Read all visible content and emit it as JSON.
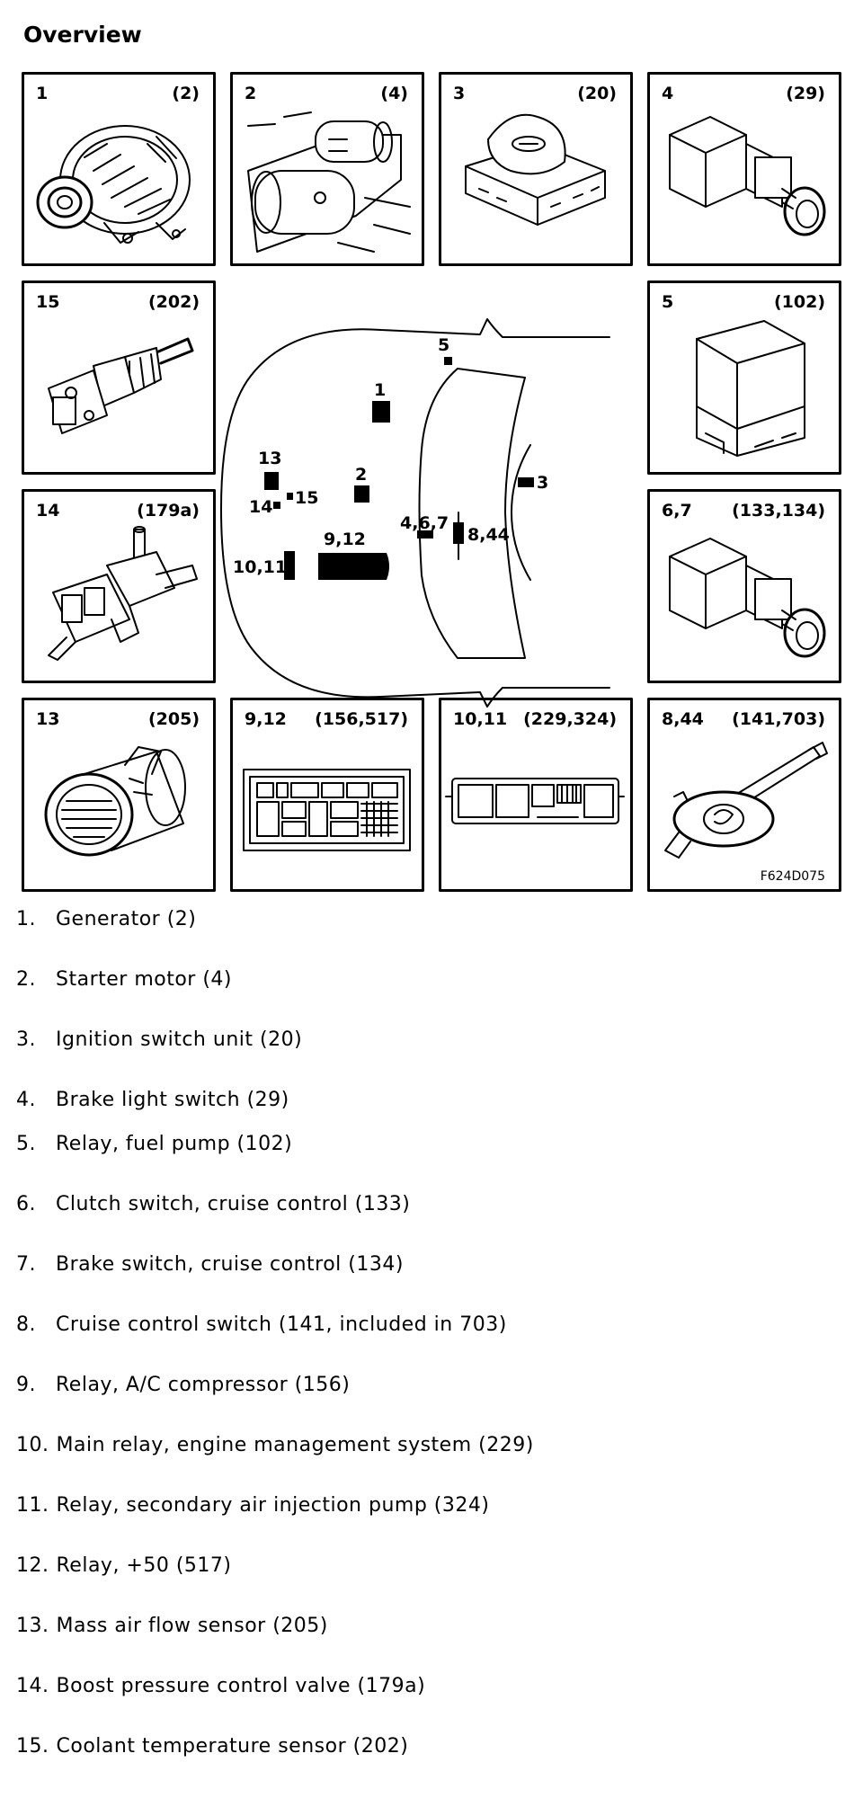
{
  "page": {
    "heading": "Overview",
    "figure_id": "F624D075"
  },
  "panels": [
    {
      "label": "1",
      "code": "(2)"
    },
    {
      "label": "2",
      "code": "(4)"
    },
    {
      "label": "3",
      "code": "(20)"
    },
    {
      "label": "4",
      "code": "(29)"
    },
    {
      "label": "15",
      "code": "(202)"
    },
    {
      "label": "5",
      "code": "(102)"
    },
    {
      "label": "14",
      "code": "(179a)"
    },
    {
      "label": "6,7",
      "code": "(133,134)"
    },
    {
      "label": "13",
      "code": "(205)"
    },
    {
      "label": "9,12",
      "code": "(156,517)"
    },
    {
      "label": "10,11",
      "code": "(229,324)"
    },
    {
      "label": "8,44",
      "code": "(141,703)"
    }
  ],
  "car_labels": [
    "5",
    "1",
    "13",
    "2",
    "15",
    "14",
    "3",
    "4,6,7",
    "9,12",
    "8,44",
    "10,11"
  ],
  "legend": [
    {
      "num": "1.",
      "text": "Generator (2)"
    },
    {
      "num": "2.",
      "text": "Starter motor (4)"
    },
    {
      "num": "3.",
      "text": "Ignition switch unit (20)"
    },
    {
      "num": "4.",
      "text": "Brake light switch (29)"
    },
    {
      "num": "5.",
      "text": "Relay, fuel pump (102)"
    },
    {
      "num": "6.",
      "text": "Clutch switch, cruise control (133)"
    },
    {
      "num": "7.",
      "text": "Brake switch, cruise control (134)"
    },
    {
      "num": "8.",
      "text": "Cruise control switch (141, included in 703)"
    },
    {
      "num": "9.",
      "text": "Relay, A/C compressor (156)"
    },
    {
      "num": "10.",
      "text": "Main relay, engine management system (229)"
    },
    {
      "num": "11.",
      "text": "Relay, secondary air injection pump (324)"
    },
    {
      "num": "12.",
      "text": "Relay, +50 (517)"
    },
    {
      "num": "13.",
      "text": "Mass air flow sensor (205)"
    },
    {
      "num": "14.",
      "text": "Boost pressure control valve (179a)"
    },
    {
      "num": "15.",
      "text": "Coolant temperature sensor (202)"
    }
  ]
}
